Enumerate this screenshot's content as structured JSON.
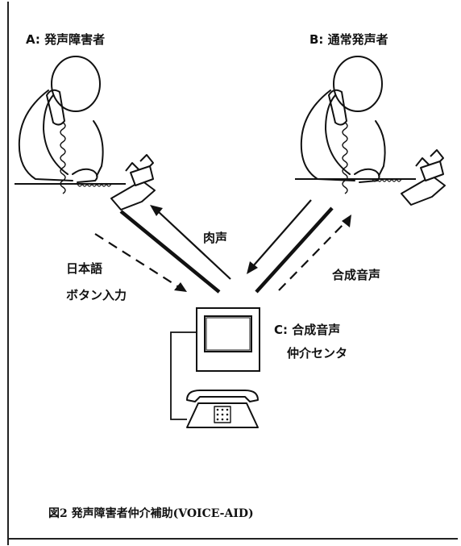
{
  "labels": {
    "a": "A: 発声障害者",
    "b": "B: 通常発声者",
    "nikusei": "肉声",
    "japanese_line1": "日本語",
    "japanese_line2": "ボタン入力",
    "synth_voice": "合成音声",
    "c_line1": "C: 合成音声",
    "c_line2": "仲介センタ"
  },
  "caption": "図2 発声障害者仲介補助(VOICE-AID)"
}
